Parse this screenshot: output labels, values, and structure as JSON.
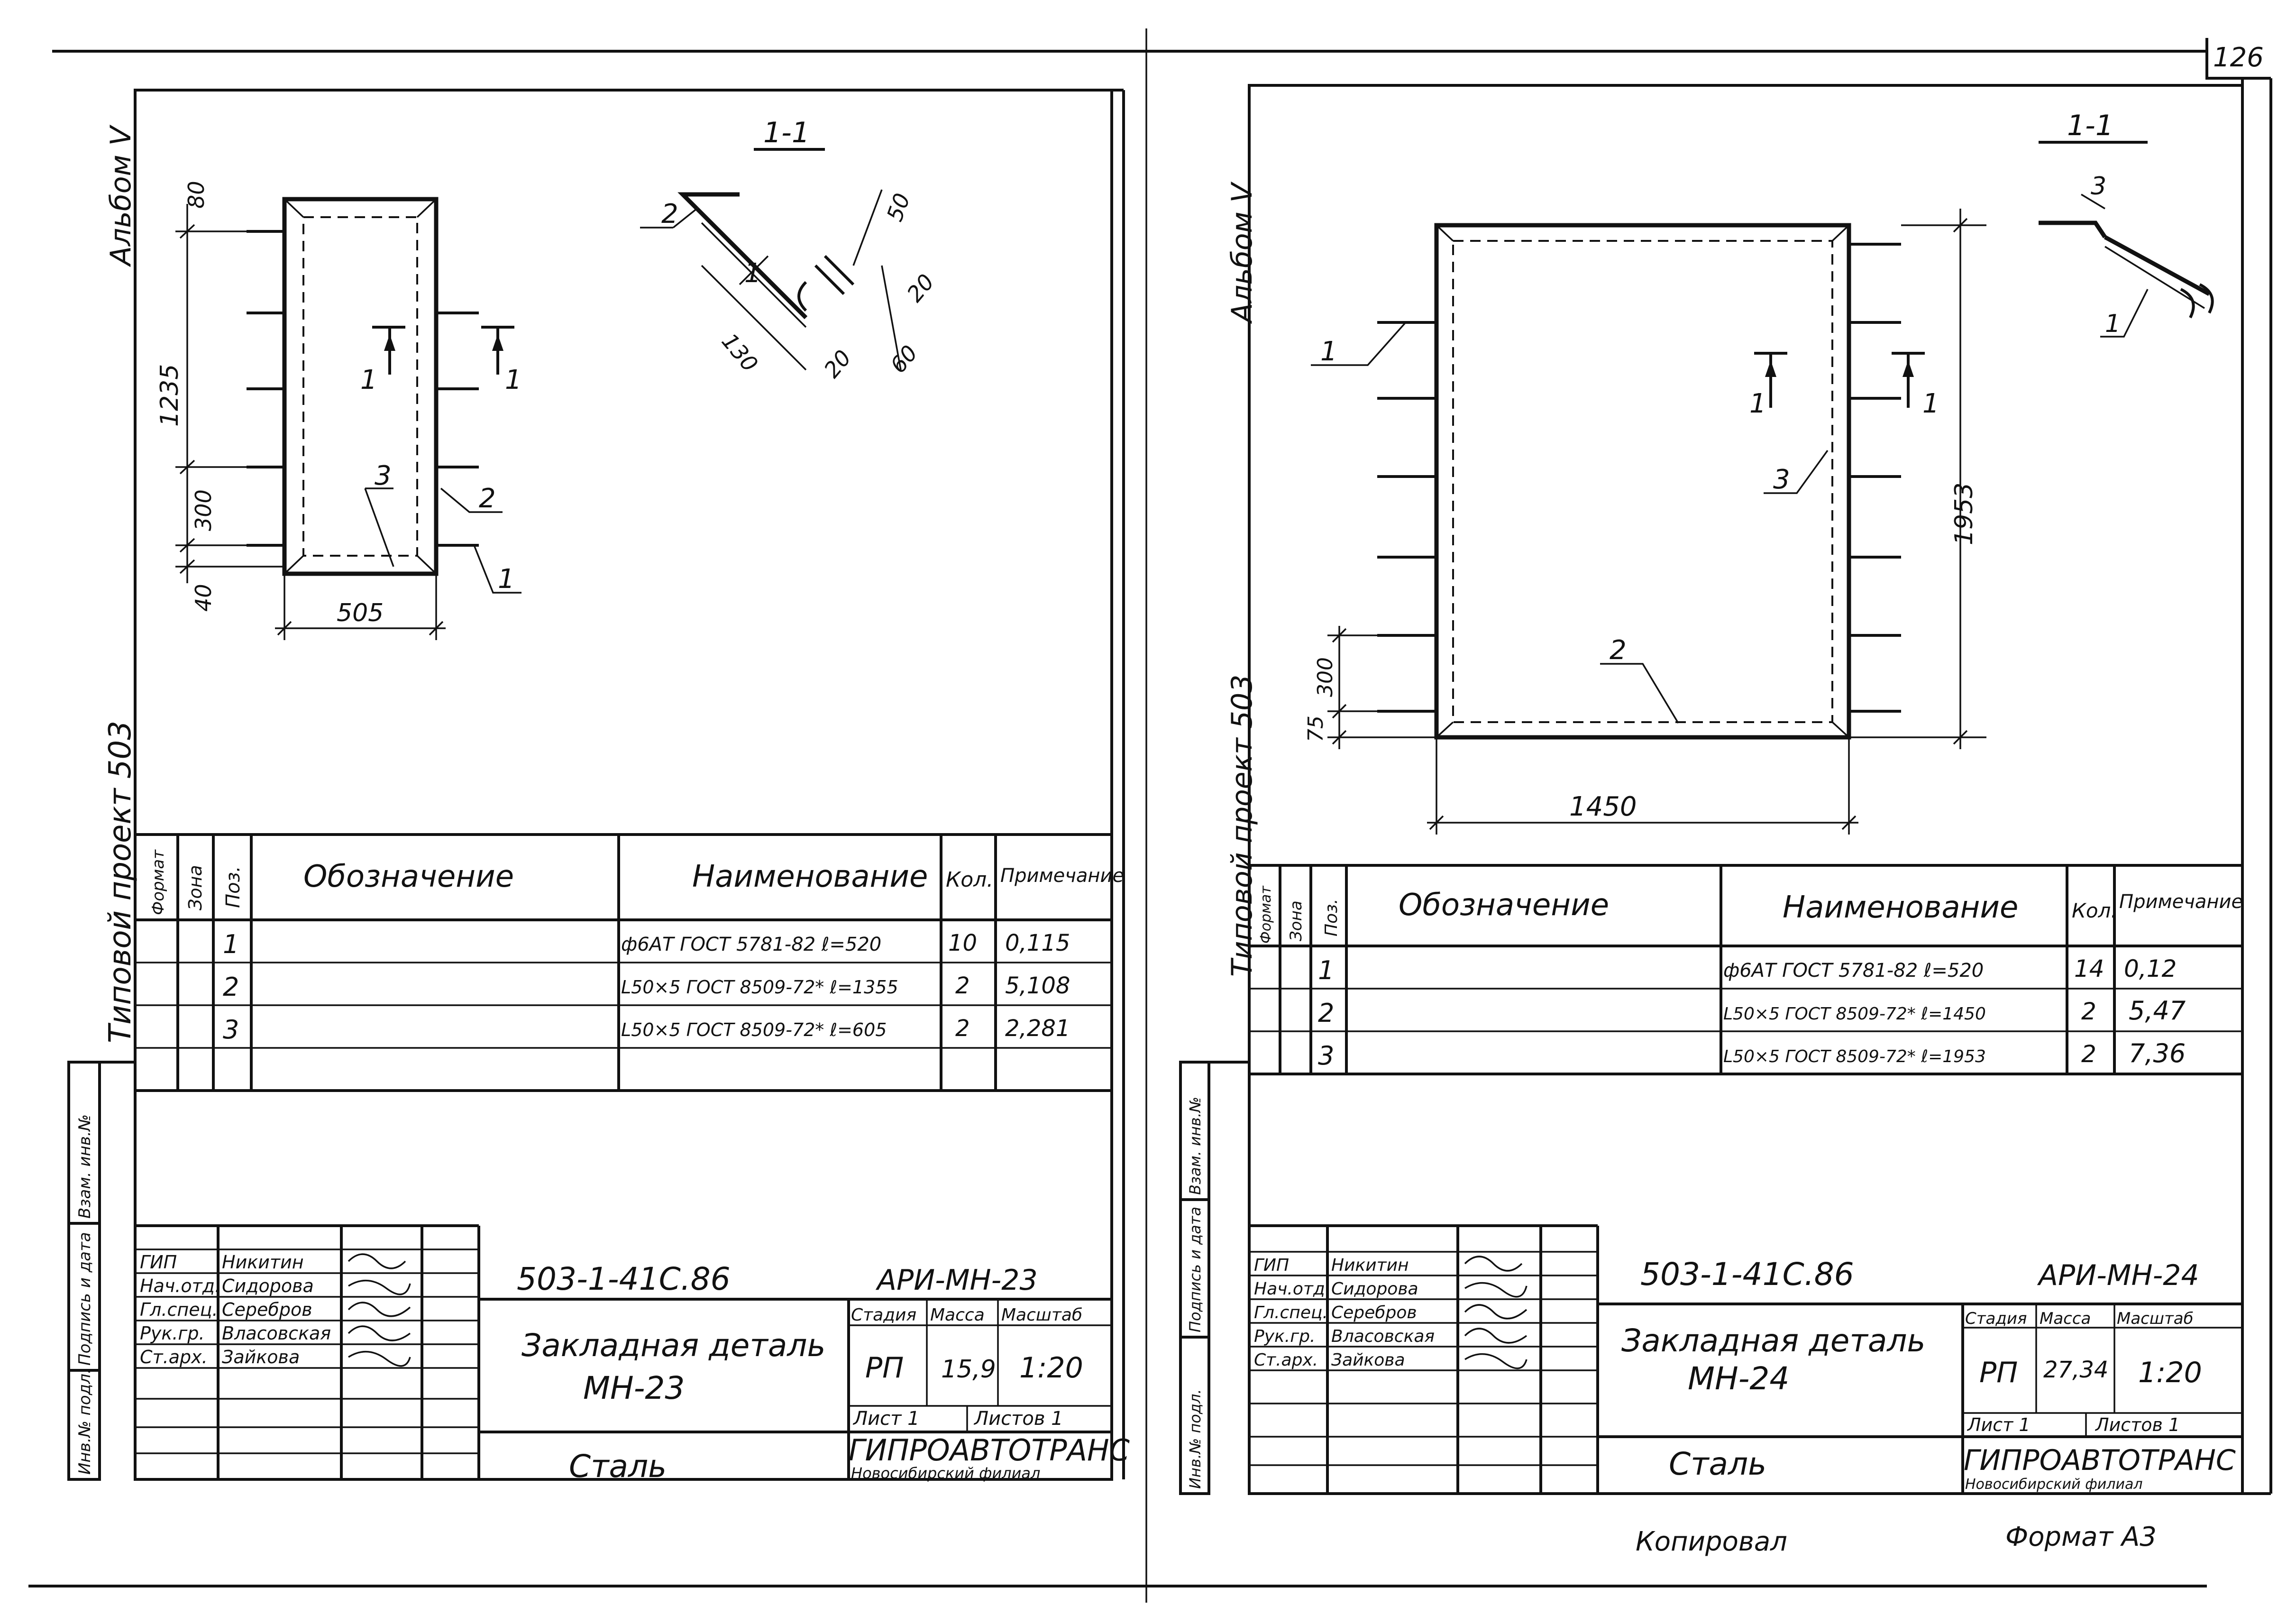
{
  "page_number": "126",
  "copied_note": "Копировал",
  "format_note": "Формат А3",
  "sheets": [
    {
      "album": "Альбом V",
      "project": "Типовой проект 503",
      "section_label": "1-1",
      "cut_mark": "1",
      "positions": {
        "p1": "1",
        "p2": "2",
        "p3": "3"
      },
      "dims": {
        "height": "1235",
        "top": "80",
        "spacing": "300",
        "bottom": "40",
        "width": "505",
        "sec_top": "50",
        "sec_len": "130",
        "sec_a": "20",
        "sec_b": "20",
        "sec_c": "60"
      },
      "spec": {
        "headers": {
          "format": "Формат",
          "zone": "Зона",
          "pos": "Поз.",
          "designation": "Обозначение",
          "name": "Наименование",
          "qty": "Кол.",
          "note": "Примечание"
        },
        "rows": [
          {
            "pos": "1",
            "name": "ф6АТ ГОСТ 5781-82 ℓ=520",
            "qty": "10",
            "note": "0,115"
          },
          {
            "pos": "2",
            "name": "L50×5 ГОСТ 8509-72* ℓ=1355",
            "qty": "2",
            "note": "5,108"
          },
          {
            "pos": "3",
            "name": "L50×5 ГОСТ 8509-72* ℓ=605",
            "qty": "2",
            "note": "2,281"
          }
        ]
      },
      "side_stamp": [
        "Инв.№ подл.",
        "Подпись и дата",
        "Взам. инв.№"
      ],
      "title": {
        "doc_code": "503-1-41С.86",
        "mark": "АРИ-МН-23",
        "title_line1": "Закладная деталь",
        "title_line2": "МН-23",
        "stage_label": "Стадия",
        "mass_label": "Масса",
        "scale_label": "Масштаб",
        "stage": "РП",
        "mass": "15,9",
        "scale": "1:20",
        "sheet": "Лист 1",
        "sheets": "Листов 1",
        "material": "Сталь",
        "org": "ГИПРОАВТОТРАНС",
        "branch": "Новосибирский филиал",
        "roles": [
          {
            "role": "ГИП",
            "name": "Никитин"
          },
          {
            "role": "Нач.отд.",
            "name": "Сидорова"
          },
          {
            "role": "Гл.спец.",
            "name": "Серебров"
          },
          {
            "role": "Рук.гр.",
            "name": "Власовская"
          },
          {
            "role": "Ст.арх.",
            "name": "Зайкова"
          }
        ]
      }
    },
    {
      "album": "Альбом V",
      "project": "Типовой проект 503",
      "section_label": "1-1",
      "cut_mark": "1",
      "positions": {
        "p1": "1",
        "p2": "2",
        "p3": "3"
      },
      "dims": {
        "height": "1953",
        "spacing": "300",
        "bottom": "75",
        "width": "1450"
      },
      "spec": {
        "headers": {
          "format": "Формат",
          "zone": "Зона",
          "pos": "Поз.",
          "designation": "Обозначение",
          "name": "Наименование",
          "qty": "Кол.",
          "note": "Примечание"
        },
        "rows": [
          {
            "pos": "1",
            "name": "ф6АТ ГОСТ 5781-82 ℓ=520",
            "qty": "14",
            "note": "0,12"
          },
          {
            "pos": "2",
            "name": "L50×5 ГОСТ 8509-72* ℓ=1450",
            "qty": "2",
            "note": "5,47"
          },
          {
            "pos": "3",
            "name": "L50×5 ГОСТ 8509-72* ℓ=1953",
            "qty": "2",
            "note": "7,36"
          }
        ]
      },
      "side_stamp": [
        "Инв.№ подл.",
        "Подпись и дата",
        "Взам. инв.№"
      ],
      "title": {
        "doc_code": "503-1-41С.86",
        "mark": "АРИ-МН-24",
        "title_line1": "Закладная деталь",
        "title_line2": "МН-24",
        "stage_label": "Стадия",
        "mass_label": "Масса",
        "scale_label": "Масштаб",
        "stage": "РП",
        "mass": "27,34",
        "scale": "1:20",
        "sheet": "Лист 1",
        "sheets": "Листов 1",
        "material": "Сталь",
        "org": "ГИПРОАВТОТРАНС",
        "branch": "Новосибирский филиал",
        "roles": [
          {
            "role": "ГИП",
            "name": "Никитин"
          },
          {
            "role": "Нач.отд.",
            "name": "Сидорова"
          },
          {
            "role": "Гл.спец.",
            "name": "Серебров"
          },
          {
            "role": "Рук.гр.",
            "name": "Власовская"
          },
          {
            "role": "Ст.арх.",
            "name": "Зайкова"
          }
        ]
      }
    }
  ]
}
